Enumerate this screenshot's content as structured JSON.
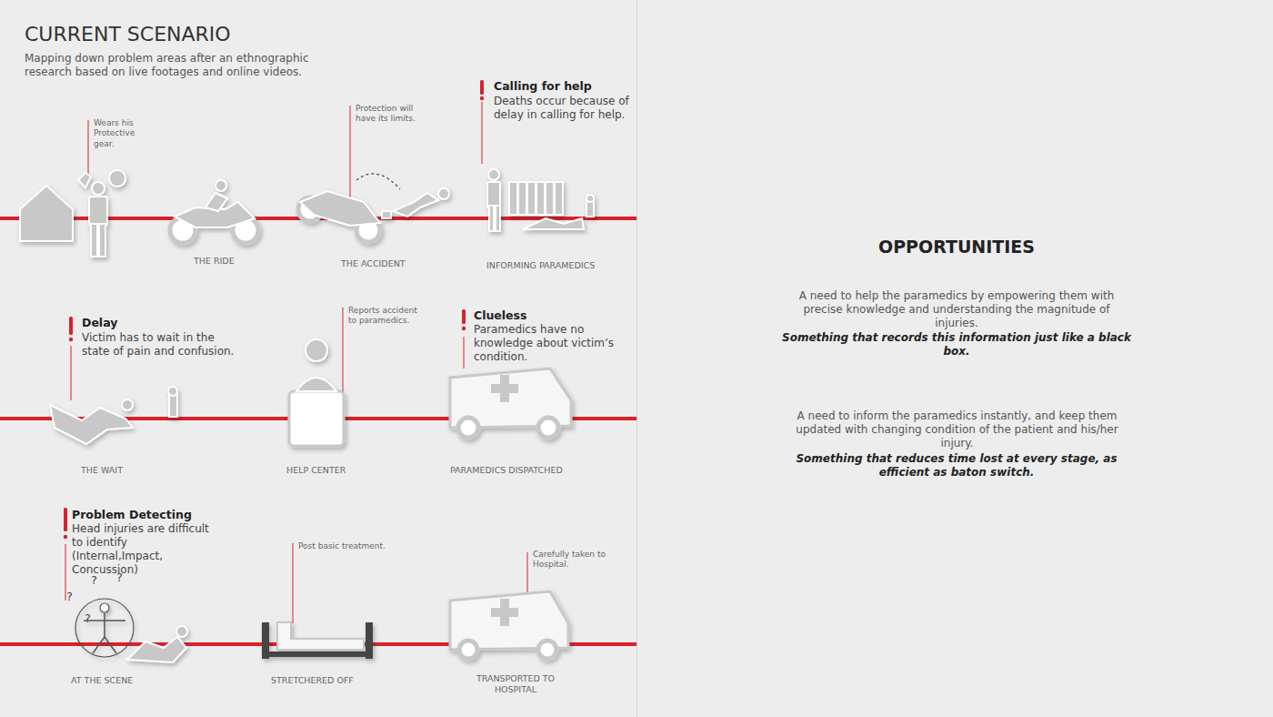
{
  "diagram": {
    "title": "CURRENT SCENARIO",
    "caption": "Mapping down problem areas after an ethnographic research based on live footages and online videos.",
    "labels": [
      "Wears his Protective gear.",
      "THE RIDE",
      "Protection will have its limits.",
      "THE ACCIDENT",
      "Calling for help",
      "Deaths occur because of delay in calling for help.",
      "INFORMING PARAMEDICS",
      "Delay",
      "Victim has to wait in the state of pain and confusion.",
      "THE WAIT",
      "Reports accident to paramedics.",
      "HELP CENTER",
      "Clueless",
      "Paramedics have no knowledge about victim’s condition.",
      "PARAMEDICS DISPATCHED",
      "Problem Detecting",
      "Head injuries are difficult to identify (Internal,Impact, Concussion)",
      "?",
      "?",
      "?",
      "?",
      "AT THE SCENE",
      "Post basic treatment.",
      "STRETCHERED OFF",
      "Carefully taken to Hospital.",
      "TRANSPORTED TO HOSPITAL",
      "OPPORTUNITIES",
      "A need to help the paramedics by empowering them with precise knowledge and understanding the magnitude of injuries.",
      "Something that records this information just like a black box.",
      "A need to inform the paramedics instantly, and keep them updated with changing condition of the patient and his/her injury.",
      "Something that reduces time lost at every stage, as efficient as baton switch."
    ]
  }
}
